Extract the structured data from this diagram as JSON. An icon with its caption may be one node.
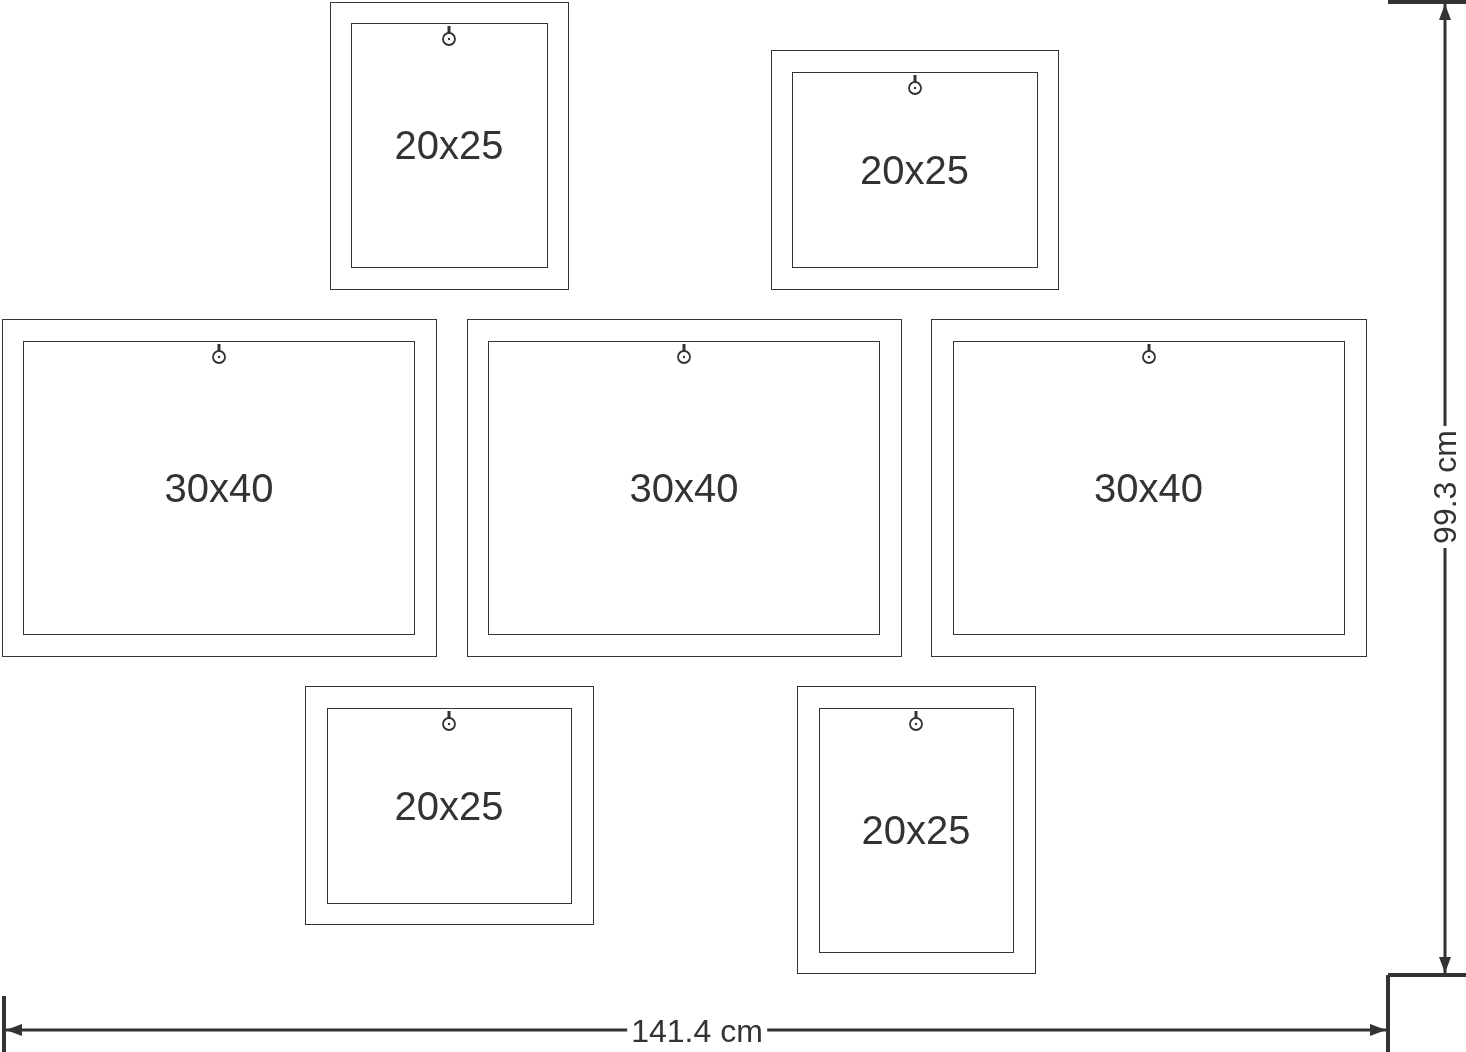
{
  "diagram": {
    "nodes": [
      {
        "text": [
          "20x25"
        ]
      },
      {
        "text": [
          "20x25"
        ]
      },
      {
        "text": [
          "30x40"
        ]
      },
      {
        "text": [
          "30x40"
        ]
      },
      {
        "text": [
          "30x40"
        ]
      },
      {
        "text": [
          "20x25"
        ]
      },
      {
        "text": [
          "20x25"
        ]
      }
    ],
    "edges": [],
    "labels": [
      "99.3 cm",
      "141.4 cm"
    ]
  }
}
